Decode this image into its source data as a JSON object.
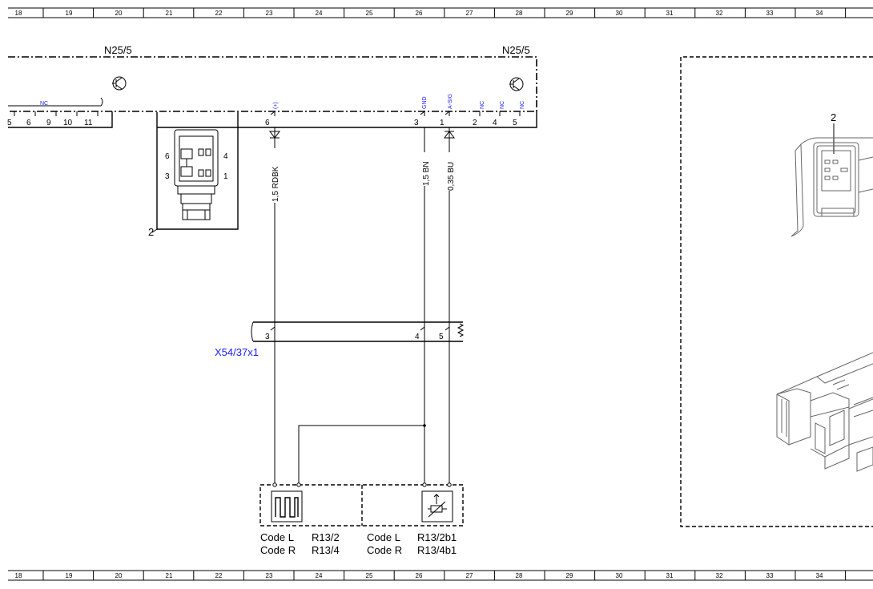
{
  "ruler": {
    "columns": [
      "18",
      "19",
      "20",
      "21",
      "22",
      "23",
      "24",
      "25",
      "26",
      "27",
      "28",
      "29",
      "30",
      "31",
      "32",
      "33",
      "34"
    ]
  },
  "components": {
    "n25_left": "N25/5",
    "n25_right": "N25/5",
    "connector_block": "X54/37x1",
    "photo_callout": "2",
    "connector_callout": "2"
  },
  "control_unit": {
    "left_pins": [
      "5",
      "6",
      "9",
      "10",
      "11"
    ],
    "left_signal": "NC",
    "right_pins": [
      {
        "pin": "6",
        "signal": "(+)"
      },
      {
        "pin": "3",
        "signal": "GND"
      },
      {
        "pin": "1",
        "signal": "A-SIG"
      },
      {
        "pin": "2",
        "signal": "NC"
      },
      {
        "pin": "4",
        "signal": "NC"
      },
      {
        "pin": "5",
        "signal": "NC"
      }
    ]
  },
  "connector_face": {
    "pin_top_left": "6",
    "pin_top_right": "4",
    "pin_bottom_left": "3",
    "pin_bottom_right": "1"
  },
  "wires": [
    {
      "label": "1,5 RDBK"
    },
    {
      "label": "1,5 BN"
    },
    {
      "label": "0,35 BU"
    }
  ],
  "x54_pins": [
    "3",
    "4",
    "5"
  ],
  "loads": {
    "left": {
      "code_l": "Code L",
      "code_r": "Code R",
      "part_l": "R13/2",
      "part_r": "R13/4"
    },
    "right": {
      "code_l": "Code L",
      "code_r": "Code R",
      "part_l": "R13/2b1",
      "part_r": "R13/4b1"
    }
  }
}
